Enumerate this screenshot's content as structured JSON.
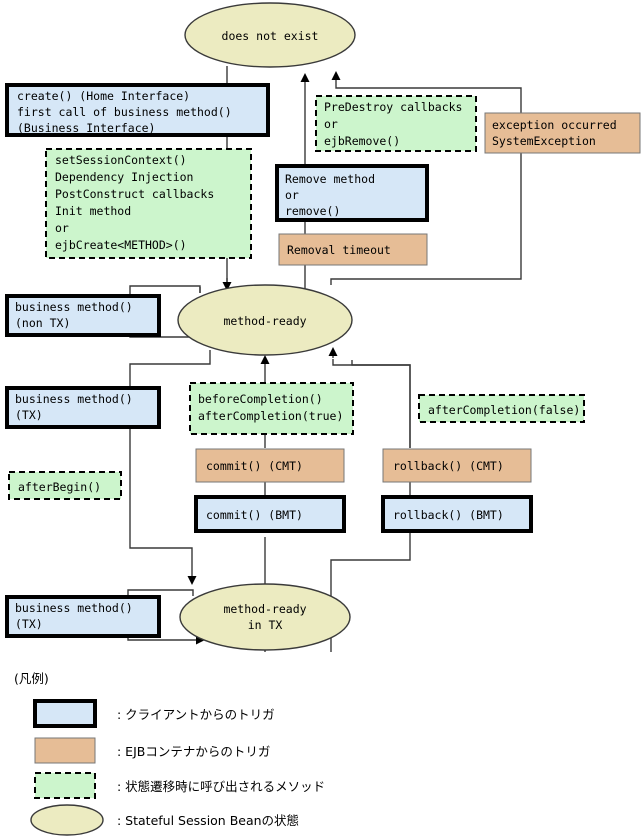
{
  "diagram": {
    "title": "Stateful Session Bean lifecycle state diagram",
    "colors": {
      "client_trigger": "#d6e7f7",
      "container_trigger": "#e6bd96",
      "callback_method": "#ccf5cc",
      "state": "#ecebc1",
      "edge": "#3a3a3a"
    },
    "states": [
      {
        "id": "does-not-exist",
        "label": "does not exist"
      },
      {
        "id": "method-ready",
        "label": "method-ready"
      },
      {
        "id": "method-ready-in-tx",
        "label_line1": "method-ready",
        "label_line2": "in TX"
      }
    ],
    "nodes": [
      {
        "id": "create",
        "kind": "client_trigger",
        "lines": [
          "create() (Home Interface)",
          "first call of business method()",
          "(Business Interface)"
        ]
      },
      {
        "id": "set-session-context",
        "kind": "callback_method",
        "lines": [
          "setSessionContext()",
          "Dependency Injection",
          "PostConstruct callbacks",
          "Init method",
          "          or",
          "ejbCreate<METHOD>()"
        ]
      },
      {
        "id": "pre-destroy",
        "kind": "callback_method",
        "lines": [
          "PreDestroy callbacks",
          "      or",
          "ejbRemove()"
        ]
      },
      {
        "id": "exception-occurred",
        "kind": "container_trigger",
        "lines": [
          "exception occurred",
          "SystemException"
        ]
      },
      {
        "id": "remove-method",
        "kind": "client_trigger",
        "lines": [
          "Remove method",
          "    or",
          "remove()"
        ]
      },
      {
        "id": "removal-timeout",
        "kind": "container_trigger",
        "lines": [
          "Removal timeout"
        ]
      },
      {
        "id": "business-method-non-tx",
        "kind": "client_trigger",
        "lines": [
          "business method()",
          "(non TX)"
        ]
      },
      {
        "id": "business-method-tx-upper",
        "kind": "client_trigger",
        "lines": [
          "business method()",
          "(TX)"
        ]
      },
      {
        "id": "after-begin",
        "kind": "callback_method",
        "lines": [
          "afterBegin()"
        ]
      },
      {
        "id": "before-completion",
        "kind": "callback_method",
        "lines": [
          "beforeCompletion()",
          "afterCompletion(true)"
        ]
      },
      {
        "id": "after-completion-false",
        "kind": "callback_method",
        "lines": [
          "afterCompletion(false)"
        ]
      },
      {
        "id": "commit-cmt",
        "kind": "container_trigger",
        "lines": [
          "commit() (CMT)"
        ]
      },
      {
        "id": "commit-bmt",
        "kind": "client_trigger",
        "lines": [
          "commit() (BMT)"
        ]
      },
      {
        "id": "rollback-cmt",
        "kind": "container_trigger",
        "lines": [
          "rollback() (CMT)"
        ]
      },
      {
        "id": "rollback-bmt",
        "kind": "client_trigger",
        "lines": [
          "rollback() (BMT)"
        ]
      },
      {
        "id": "business-method-tx-lower",
        "kind": "client_trigger",
        "lines": [
          "business method()",
          "(TX)"
        ]
      }
    ]
  },
  "legend": {
    "title": "(凡例)",
    "items": [
      {
        "swatch": "client_trigger",
        "label": ": クライアントからのトリガ"
      },
      {
        "swatch": "container_trigger",
        "label": ": EJBコンテナからのトリガ"
      },
      {
        "swatch": "callback_method",
        "label": ": 状態遷移時に呼び出されるメソッド"
      },
      {
        "swatch": "state",
        "label": ": Stateful Session Beanの状態"
      }
    ]
  }
}
